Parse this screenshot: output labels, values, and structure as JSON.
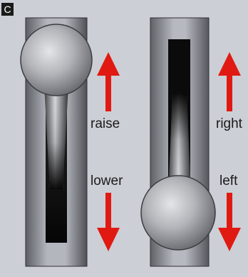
{
  "panel": {
    "letter": "C"
  },
  "labels": {
    "raise": "raise",
    "lower": "lower",
    "right": "right",
    "left": "left"
  },
  "colors": {
    "background": "#cdcfd6",
    "arrow": "#e01a12",
    "slot_dark": "#0d0d0d",
    "housing_light": "#b9bbc2",
    "housing_dark": "#5a5c62"
  },
  "icons": {
    "up_arrow": "arrow-up-icon",
    "down_arrow": "arrow-down-icon",
    "knob": "knob-ball"
  }
}
